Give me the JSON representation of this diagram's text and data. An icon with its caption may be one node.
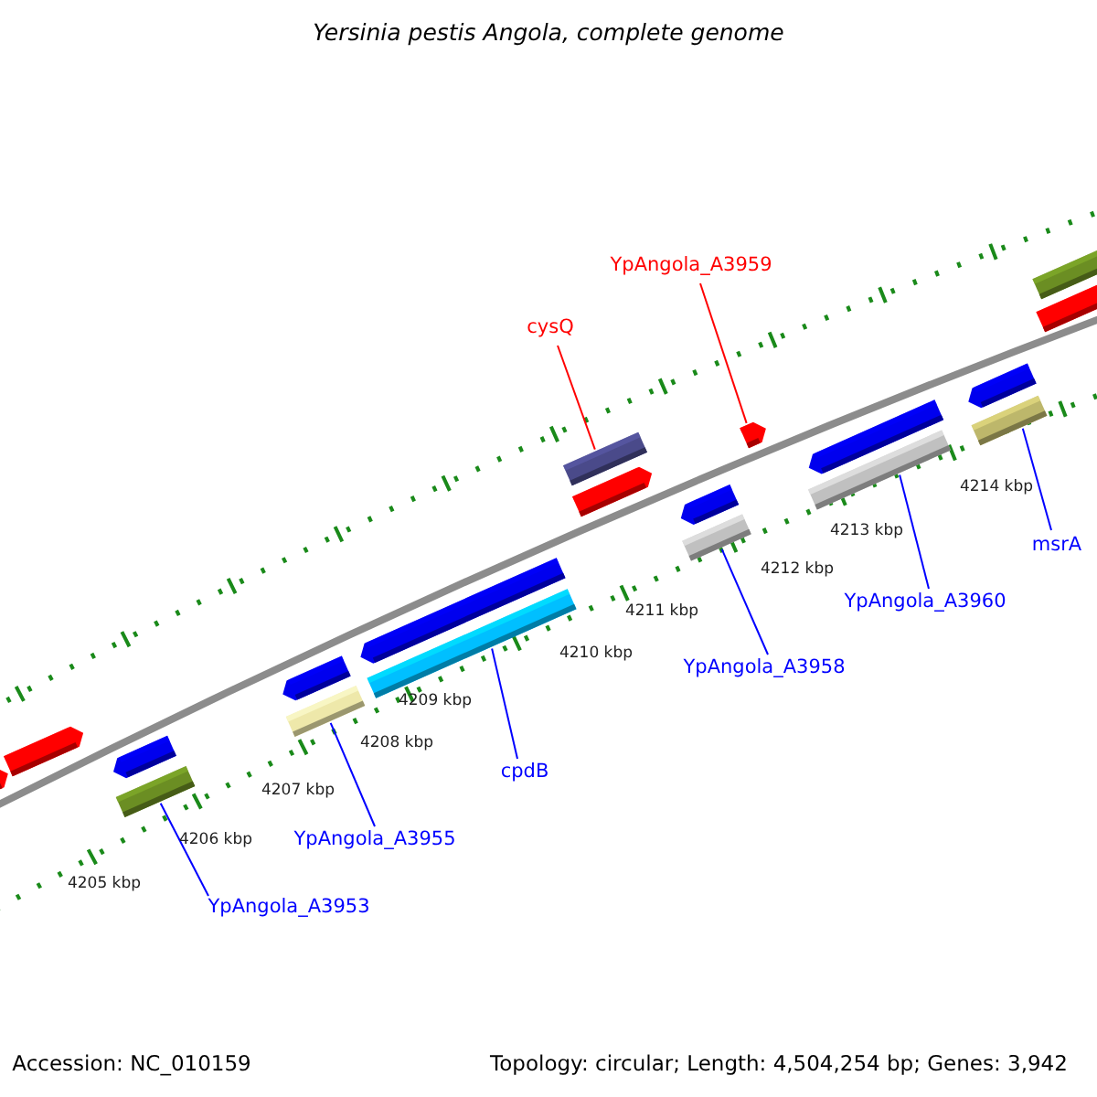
{
  "diagram": {
    "title": "Yersinia pestis Angola, complete genome",
    "nodes": [
      {
        "text": [
          "YpAngola_A3959"
        ]
      },
      {
        "text": [
          "cysQ"
        ]
      },
      {
        "text": [],
        "shape": "arrow"
      },
      {
        "text": [],
        "shape": "arrow"
      },
      {
        "text": [],
        "shape": "arrow"
      },
      {
        "text": [],
        "shape": "box"
      },
      {
        "text": [],
        "shape": "arrow"
      },
      {
        "text": [],
        "shape": "box"
      },
      {
        "text": [],
        "shape": "arrow"
      },
      {
        "text": [],
        "shape": "box"
      },
      {
        "text": [],
        "shape": "box"
      },
      {
        "text": [],
        "shape": "arrow"
      },
      {
        "text": [],
        "shape": "arrow"
      },
      {
        "text": [],
        "shape": "box"
      },
      {
        "text": [],
        "shape": "arrow"
      },
      {
        "text": [],
        "shape": "arrow"
      },
      {
        "text": [],
        "shape": "box"
      },
      {
        "text": [],
        "shape": "arrow"
      },
      {
        "text": [],
        "shape": "box"
      },
      {
        "text": [],
        "shape": "box"
      },
      {
        "text": [],
        "shape": "arrow"
      },
      {
        "text": [
          "msrA"
        ]
      },
      {
        "text": [
          "YpAngola_A3960"
        ]
      },
      {
        "text": [
          "YpAngola_A3958"
        ]
      },
      {
        "text": [
          "cpdB"
        ]
      },
      {
        "text": [
          "YpAngola_A3955"
        ]
      },
      {
        "text": [
          "YpAngola_A3953"
        ]
      }
    ],
    "edges": [
      {
        "from": 0,
        "to": 14,
        "arrow": "none",
        "color": "#ff0000"
      },
      {
        "from": 1,
        "to": 10,
        "arrow": "none",
        "color": "#ff0000"
      },
      {
        "from": 26,
        "to": 5,
        "arrow": "none"
      },
      {
        "from": 25,
        "to": 7,
        "arrow": "none"
      },
      {
        "from": 24,
        "to": 9,
        "arrow": "none"
      },
      {
        "from": 23,
        "to": 13,
        "arrow": "none"
      },
      {
        "from": 22,
        "to": 16,
        "arrow": "none"
      },
      {
        "from": 21,
        "to": 18,
        "arrow": "none"
      }
    ],
    "labels": [
      "4205 kbp",
      "4206 kbp",
      "4207 kbp",
      "4208 kbp",
      "4209 kbp",
      "4210 kbp",
      "4211 kbp",
      "4212 kbp",
      "4213 kbp",
      "4214 kbp",
      "Accession: NC_010159",
      "Topology: circular; Length: 4,504,254 bp; Genes: 3,942"
    ]
  }
}
